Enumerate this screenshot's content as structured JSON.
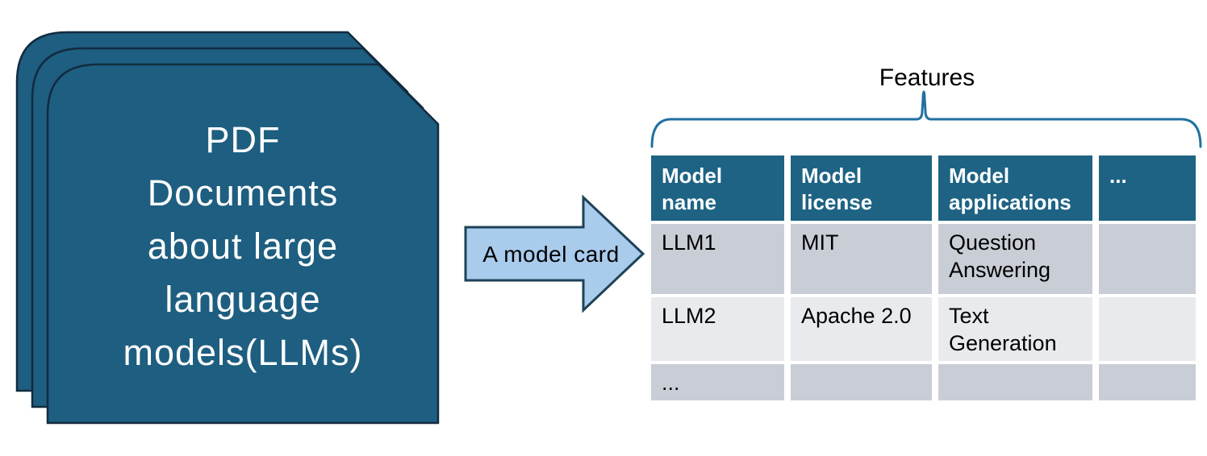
{
  "colors": {
    "doc_fill": "#1e5e80",
    "doc_stroke": "#122b3f",
    "arrow_fill": "#a9cbec",
    "arrow_stroke": "#1e4257",
    "brace_color": "#21719f",
    "header_bg": "#1e6384",
    "header_text": "#ffffff",
    "row_odd_bg": "#c9cdd6",
    "row_even_bg": "#e8eaee",
    "cell_text": "#000000",
    "label_text": "#000000",
    "doc_text": "#ffffff"
  },
  "documents": {
    "label": "PDF Documents about large language models(LLMs)",
    "label_lines": [
      "PDF",
      "Documents",
      "about large",
      "language",
      "models(LLMs)"
    ]
  },
  "arrow": {
    "label": "A model card"
  },
  "features": {
    "label": "Features"
  },
  "table": {
    "columns": [
      "Model name",
      "Model license",
      "Model applications",
      "..."
    ],
    "rows": [
      [
        "LLM1",
        "MIT",
        "Question Answering",
        ""
      ],
      [
        "LLM2",
        "Apache 2.0",
        "Text Generation",
        ""
      ],
      [
        "...",
        "",
        "",
        ""
      ]
    ]
  }
}
